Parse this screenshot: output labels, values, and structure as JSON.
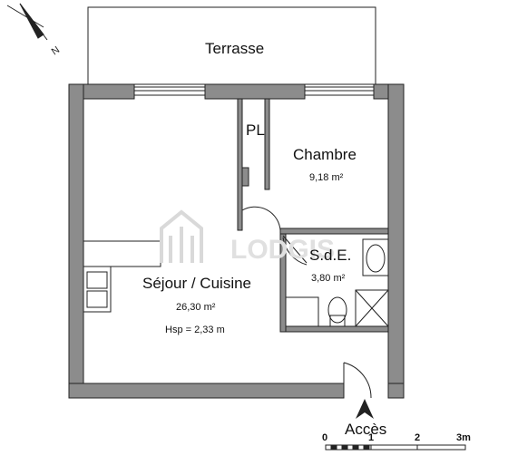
{
  "rooms": {
    "terrace": {
      "name": "Terrasse"
    },
    "storage": {
      "name": "PL"
    },
    "bedroom": {
      "name": "Chambre",
      "area": "9,18 m²"
    },
    "bathroom": {
      "name": "S.d.E.",
      "area": "3,80 m²"
    },
    "living": {
      "name": "Séjour / Cuisine",
      "area": "26,30 m²",
      "ceiling": "Hsp = 2,33 m"
    }
  },
  "entrance": {
    "label": "Accès"
  },
  "watermark": {
    "text": "LODGIS"
  },
  "compass": {
    "north_letter": "N"
  },
  "scale": {
    "ticks": [
      "0",
      "1",
      "2",
      "3m"
    ]
  },
  "colors": {
    "wall": "#8c8c8c",
    "line": "#222222",
    "watermark": "#d9d9d9"
  }
}
